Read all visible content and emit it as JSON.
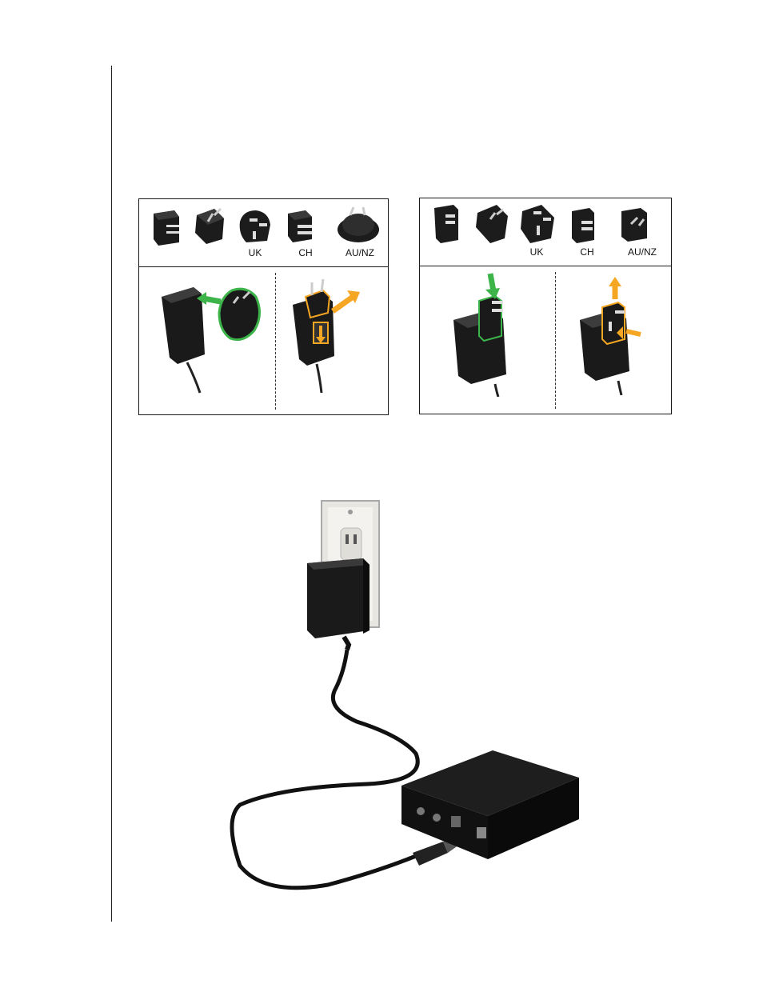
{
  "left_panel": {
    "plug_labels": [
      "UK",
      "CH",
      "AU/NZ"
    ]
  },
  "right_panel": {
    "plug_labels": [
      "UK",
      "CH",
      "AU/NZ"
    ]
  },
  "colors": {
    "attach_arrow": "#3cb44a",
    "detach_arrow": "#f5a623",
    "device_body": "#1a1a1a"
  }
}
